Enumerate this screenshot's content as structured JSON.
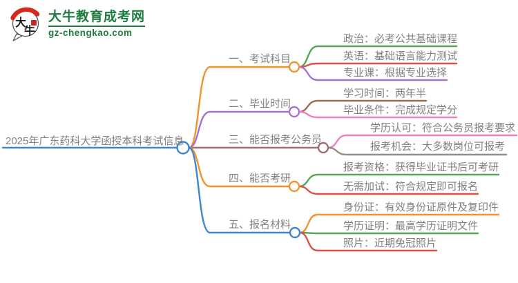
{
  "logo": {
    "title": "大牛教育成考网",
    "url": "gz-chengkao.com",
    "icon_char1": "大",
    "icon_char2": "牛",
    "brand_green": "#1d7c3e",
    "brand_red": "#d7281e"
  },
  "text_color": "#818181",
  "mindmap": {
    "root": {
      "label": "2025年广东药科大学函授本科考试信息",
      "color": "#3e86ca"
    },
    "branches": [
      {
        "label": "一、考试科目",
        "color": "#f0932f",
        "children": [
          {
            "label": "政治：必考公共基础课程",
            "color": "#56a556"
          },
          {
            "label": "英语：基础语言能力测试",
            "color": "#dc5146"
          },
          {
            "label": "专业课：根据专业选择",
            "color": "#a473d1"
          }
        ]
      },
      {
        "label": "二、毕业时间",
        "color": "#a473d1",
        "children": [
          {
            "label": "学习时间：两年半",
            "color": "#9b6b55"
          },
          {
            "label": "毕业条件：完成规定学分",
            "color": "#ee7fc3"
          }
        ]
      },
      {
        "label": "三、能否报考公务员",
        "color": "#9e6f6a",
        "children": [
          {
            "label": "学历认可：符合公务员报考要求",
            "color": "#ee7fc3"
          },
          {
            "label": "报考机会：大多数岗位可报考",
            "color": "#8e8e8e"
          }
        ]
      },
      {
        "label": "四、能否考研",
        "color": "#f0932f",
        "children": [
          {
            "label": "报考资格：获得毕业证书后可考研",
            "color": "#56a556"
          },
          {
            "label": "无需加试：符合规定即可报名",
            "color": "#dc5146"
          }
        ]
      },
      {
        "label": "五、报名材料",
        "color": "#3e86ca",
        "children": [
          {
            "label": "身份证：有效身份证原件及复印件",
            "color": "#f0932f"
          },
          {
            "label": "学历证明：最高学历证明文件",
            "color": "#56a556"
          },
          {
            "label": "照片：近期免冠照片",
            "color": "#dc5146"
          }
        ]
      }
    ]
  }
}
